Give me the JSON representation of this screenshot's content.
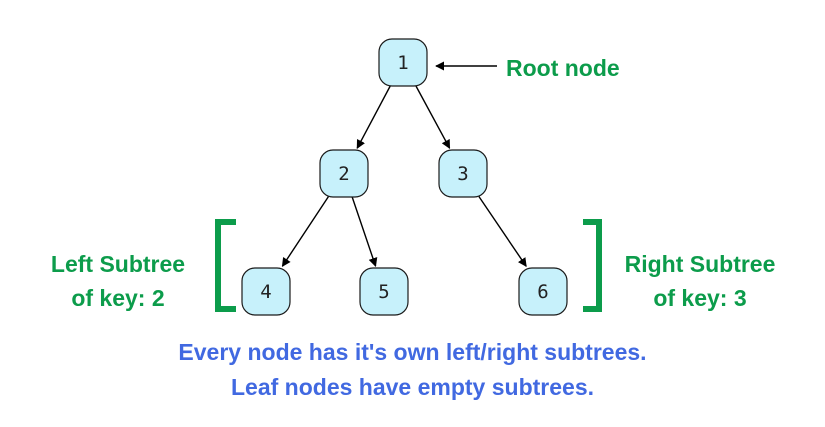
{
  "colors": {
    "node_fill": "#c7f1fb",
    "node_stroke": "#1a1a1a",
    "annotation_green": "#0c9c4b",
    "caption_blue": "#4169e1"
  },
  "tree": {
    "nodes": [
      {
        "id": "n1",
        "key": "1"
      },
      {
        "id": "n2",
        "key": "2"
      },
      {
        "id": "n3",
        "key": "3"
      },
      {
        "id": "n4",
        "key": "4"
      },
      {
        "id": "n5",
        "key": "5"
      },
      {
        "id": "n6",
        "key": "6"
      }
    ],
    "edges": [
      {
        "from": "1",
        "to": "2"
      },
      {
        "from": "1",
        "to": "3"
      },
      {
        "from": "2",
        "to": "4"
      },
      {
        "from": "2",
        "to": "5"
      },
      {
        "from": "3",
        "to": "6"
      }
    ]
  },
  "annotations": {
    "root_label": "Root node",
    "left_subtree_line1": "Left Subtree",
    "left_subtree_line2": "of key: 2",
    "right_subtree_line1": "Right Subtree",
    "right_subtree_line2": "of key: 3"
  },
  "caption": {
    "line1": "Every node has it's own left/right subtrees.",
    "line2": "Leaf nodes have empty subtrees."
  }
}
